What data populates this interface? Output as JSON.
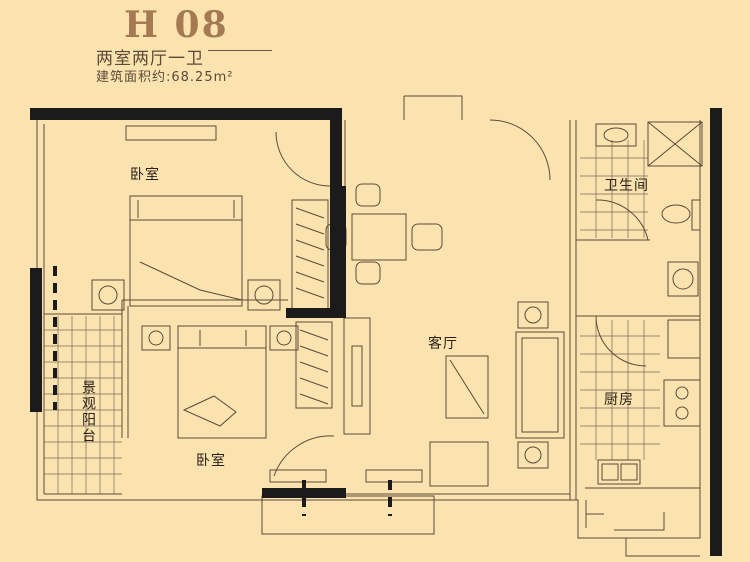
{
  "header": {
    "unit_code": "H 08",
    "layout_name": "两室两厅一卫",
    "area_text": "建筑面积约:68.25m²"
  },
  "rooms": {
    "bedroom_top": "卧室",
    "bedroom_bottom": "卧室",
    "living_room": "客厅",
    "bathroom": "卫生间",
    "kitchen": "厨房",
    "balcony": "景观阳台"
  },
  "colors": {
    "background": "#fbe3b0",
    "wall": "#1b1b1b",
    "line": "#5c4a38",
    "title": "#a57a52"
  }
}
